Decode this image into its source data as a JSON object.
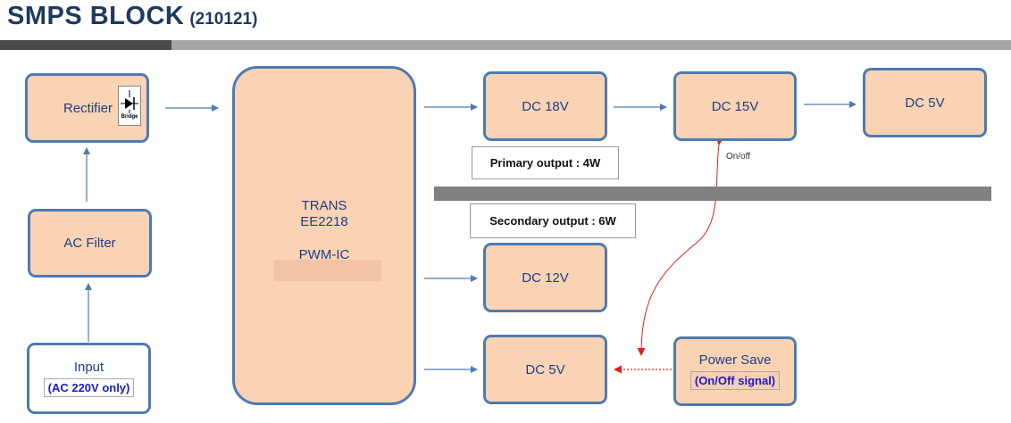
{
  "header": {
    "title": "SMPS BLOCK",
    "date": "(210121)"
  },
  "blocks": {
    "rectifier": "Rectifier",
    "bridge_label": "Bridge",
    "ac_filter": "AC Filter",
    "input": {
      "label": "Input",
      "sub": "(AC 220V only)"
    },
    "trans": {
      "line1": "TRANS",
      "line2": "EE2218",
      "line3": "PWM-IC"
    },
    "dc18": "DC 18V",
    "dc15": "DC 15V",
    "dc5_top": "DC 5V",
    "dc12": "DC 12V",
    "dc5_bottom": "DC 5V",
    "power_save": {
      "label": "Power Save",
      "sub": "(On/Off signal)"
    }
  },
  "notes": {
    "primary": "Primary output : 4W",
    "secondary": "Secondary output : 6W",
    "onoff": "On/off"
  },
  "colors": {
    "box_fill": "#f9d3b3",
    "box_border": "#4e7ab2",
    "arrow": "#4e7ab2",
    "signal": "#e0201e"
  }
}
